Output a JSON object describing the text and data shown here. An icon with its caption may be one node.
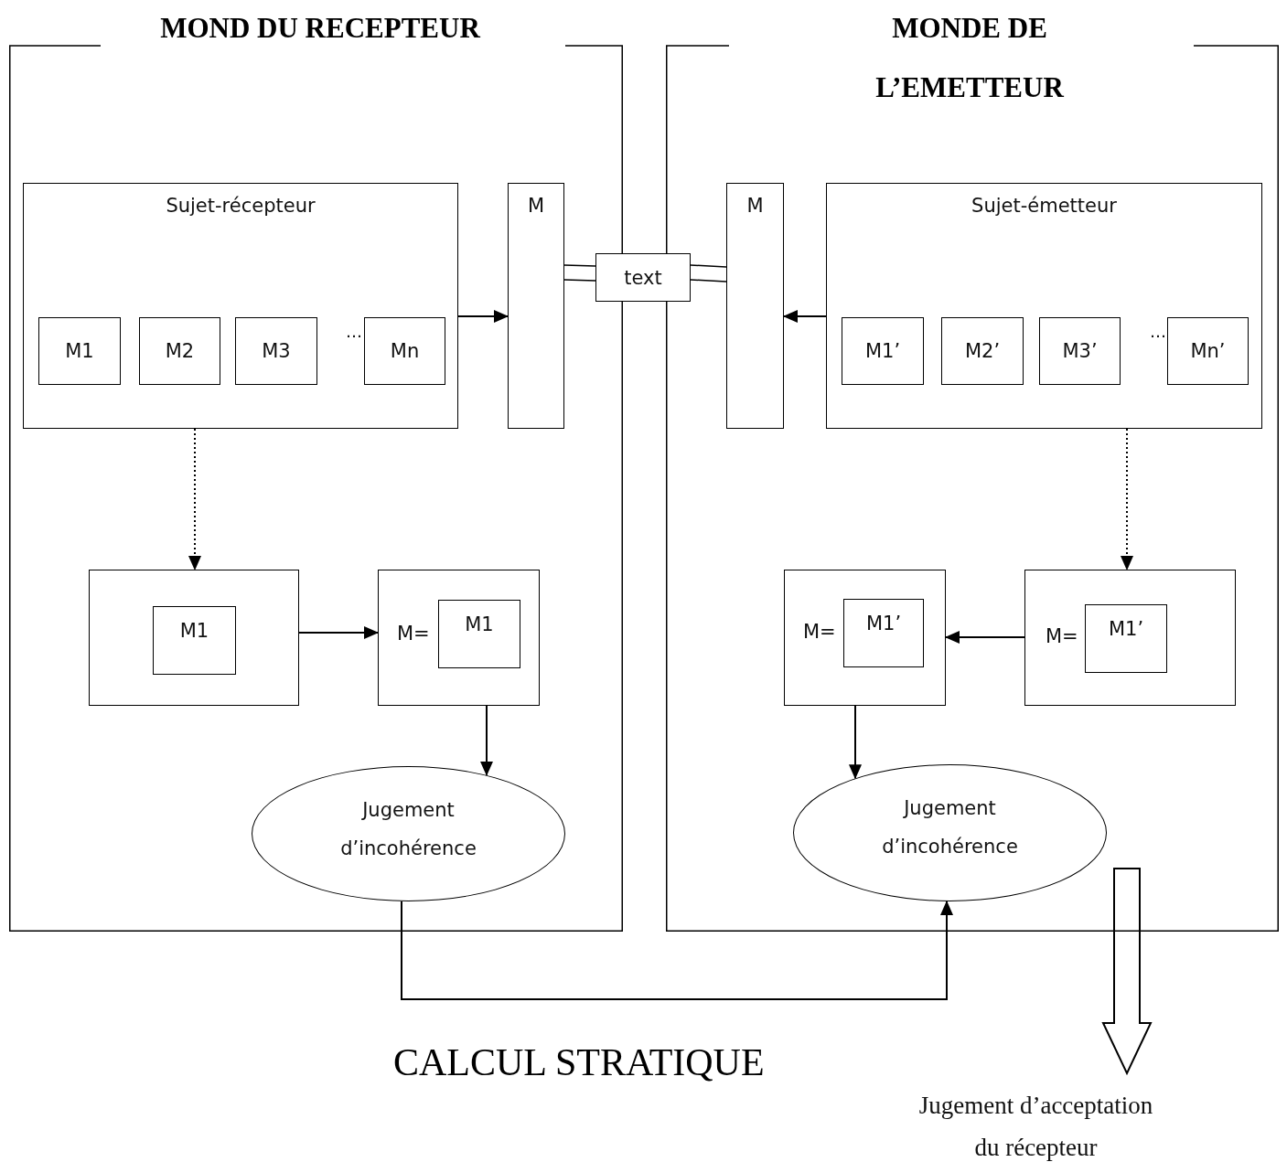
{
  "diagram": {
    "nodes": [
      {
        "text": [
          "MOND DU RECEPTEUR"
        ]
      },
      {
        "text": [
          "Sujet-récepteur"
        ],
        "in": 0
      },
      {
        "text": [
          "M1"
        ],
        "in": 1
      },
      {
        "text": [
          "M2"
        ],
        "in": 1
      },
      {
        "text": [
          "M3"
        ],
        "in": 1
      },
      {
        "text": [
          "Mn"
        ],
        "in": 1
      },
      {
        "text": [
          "M"
        ],
        "in": 0
      },
      {
        "text": [],
        "shape": "box",
        "in": 0
      },
      {
        "text": [
          "M1"
        ],
        "in": 7
      },
      {
        "text": [
          "M="
        ],
        "in": 0
      },
      {
        "text": [
          "M1"
        ],
        "in": 9
      },
      {
        "text": [
          "Jugement d’incohérence"
        ],
        "in": 0
      },
      {
        "text": [
          "MONDE DE L’EMETTEUR"
        ]
      },
      {
        "text": [
          "Sujet-émetteur"
        ],
        "in": 12
      },
      {
        "text": [
          "M1’"
        ],
        "in": 13
      },
      {
        "text": [
          "M2’"
        ],
        "in": 13
      },
      {
        "text": [
          "M3’"
        ],
        "in": 13
      },
      {
        "text": [
          "Mn’"
        ],
        "in": 13
      },
      {
        "text": [
          "M"
        ],
        "in": 12
      },
      {
        "text": [
          "M="
        ],
        "in": 12
      },
      {
        "text": [
          "M1’"
        ],
        "in": 19
      },
      {
        "text": [
          "M="
        ],
        "in": 12
      },
      {
        "text": [
          "M1’"
        ],
        "in": 21
      },
      {
        "text": [
          "Jugement d’incohérence"
        ],
        "in": 12
      },
      {
        "text": [
          "text"
        ]
      },
      {
        "text": [
          "Jugement d’acceptation du récepteur"
        ]
      }
    ],
    "edges": [
      {
        "from": 1,
        "to": 6,
        "arrow": "to"
      },
      {
        "from": 13,
        "to": 18,
        "arrow": "to"
      },
      {
        "from": 6,
        "to": 24,
        "arrow": "none"
      },
      {
        "from": 24,
        "to": 18,
        "arrow": "none"
      },
      {
        "from": 1,
        "to": 7,
        "arrow": "to",
        "style": "dashed"
      },
      {
        "from": 13,
        "to": 21,
        "arrow": "to",
        "style": "dashed"
      },
      {
        "from": 7,
        "to": 9,
        "arrow": "to"
      },
      {
        "from": 21,
        "to": 19,
        "arrow": "to"
      },
      {
        "from": 9,
        "to": 11,
        "arrow": "to"
      },
      {
        "from": 19,
        "to": 23,
        "arrow": "to"
      },
      {
        "from": 11,
        "to": 23,
        "arrow": "to"
      },
      {
        "from": null,
        "to": 25,
        "arrow": "to",
        "style": "thick"
      }
    ],
    "labels": [
      "…",
      "…",
      "CALCUL STRATIQUE"
    ]
  }
}
